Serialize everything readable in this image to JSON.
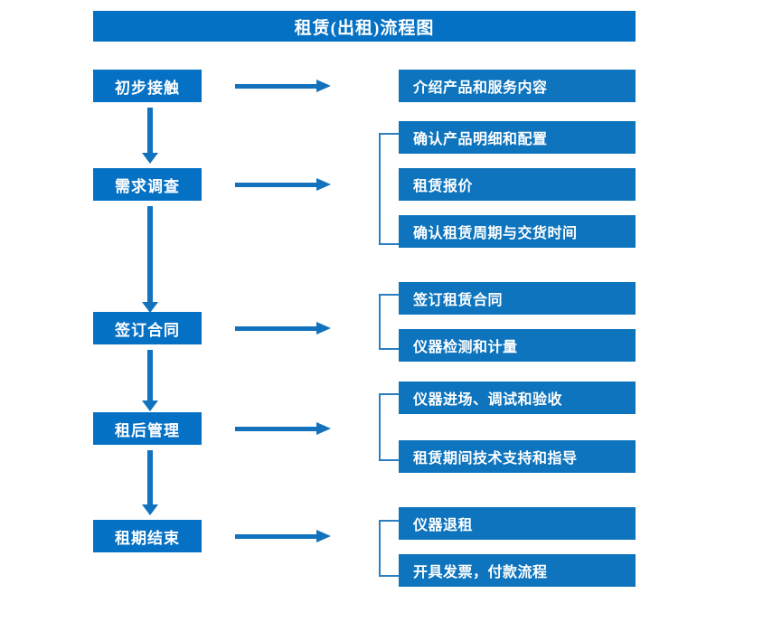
{
  "diagram": {
    "title": "租赁(出租)流程图",
    "colors": {
      "title_bar": "#0571c4",
      "stage_box": "#0571c4",
      "detail_box": "#0d74bd",
      "arrow": "#1272bd",
      "bracket": "#2a7fc0",
      "text": "#ffffff",
      "background": "#ffffff"
    },
    "stages": [
      {
        "label": "初步接触"
      },
      {
        "label": "需求调查"
      },
      {
        "label": "签订合同"
      },
      {
        "label": "租后管理"
      },
      {
        "label": "租期结束"
      }
    ],
    "details": [
      {
        "label": "介绍产品和服务内容"
      },
      {
        "label": "确认产品明细和配置"
      },
      {
        "label": "租赁报价"
      },
      {
        "label": "确认租赁周期与交货时间"
      },
      {
        "label": "签订租赁合同"
      },
      {
        "label": "仪器检测和计量"
      },
      {
        "label": "仪器进场、调试和验收"
      },
      {
        "label": "租赁期间技术支持和指导"
      },
      {
        "label": "仪器退租"
      },
      {
        "label": "开具发票，付款流程"
      }
    ]
  }
}
